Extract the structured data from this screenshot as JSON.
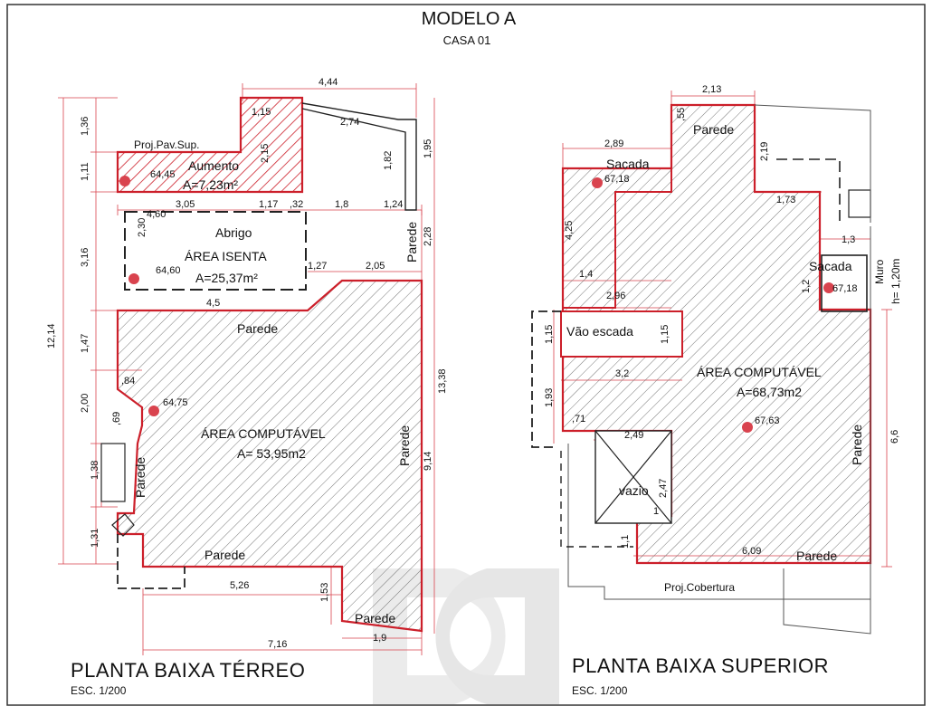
{
  "header": {
    "title": "MODELO A",
    "subtitle": "CASA 01"
  },
  "left": {
    "title": "PLANTA  BAIXA TÉRREO",
    "scale": "ESC. 1/200",
    "labels": {
      "proj": "Proj.Pav.Sup.",
      "aumento": "Aumento",
      "aumento_area": "A=7,23m²",
      "abrigo": "Abrigo",
      "isenta": "ÁREA ISENTA",
      "isenta_area": "A=25,37m²",
      "computavel": "ÁREA COMPUTÁVEL",
      "computavel_area": "A= 53,95m2",
      "parede": "Parede"
    },
    "levels": {
      "l1": "64,45",
      "l2": "64,60",
      "l3": "64,75"
    },
    "dims": {
      "d444": "4,44",
      "d274": "2,74",
      "d136": "1,36",
      "d111": "1,11",
      "d316": "3,16",
      "d1214": "12,14",
      "d147": "1,47",
      "d200": "2,00",
      "d138": "1,38",
      "d131": "1,31",
      "d305": "3,05",
      "d460": "4,60",
      "d117": "1,17",
      "d32": ",32",
      "d18": "1,8",
      "d124": "1,24",
      "d182": "1,82",
      "d195": "1,95",
      "d228": "2,28",
      "d1338": "13,38",
      "d914": "9,14",
      "d230": "2,30",
      "d127": "1,27",
      "d205": "2,05",
      "d45": "4,5",
      "d84": ",84",
      "d69": ",69",
      "d526": "5,26",
      "d153": "1,53",
      "d19": "1,9",
      "d716": "7,16",
      "d115": "1,15",
      "d215": "2,15"
    }
  },
  "right": {
    "title": "PLANTA  BAIXA SUPERIOR",
    "scale": "ESC. 1/200",
    "labels": {
      "parede": "Parede",
      "sacada": "Sacada",
      "vao": "Vão escada",
      "computavel": "ÁREA COMPUTÁVEL",
      "computavel_area": "A=68,73m2",
      "vazio": "vazio",
      "projcob": "Proj.Cobertura",
      "muro": "Muro",
      "muro_h": "h= 1,20m"
    },
    "levels": {
      "l1": "67,18",
      "l2": "67,18",
      "l3": "67,63"
    },
    "dims": {
      "d213": "2,13",
      "d55": ",55",
      "d219": "2,19",
      "d289": "2,89",
      "d173": "1,73",
      "d425": "4,25",
      "d13": "1,3",
      "d14": "1,4",
      "d296": "2,96",
      "d12": "1,2",
      "d115a": "1,15",
      "d115b": "1,15",
      "d32": "3,2",
      "d193": "1,93",
      "d71": ",71",
      "d249": "2,49",
      "d247": "2,47",
      "d1": "1",
      "d11": "1,1",
      "d609": "6,09",
      "d66": "6,6"
    }
  }
}
